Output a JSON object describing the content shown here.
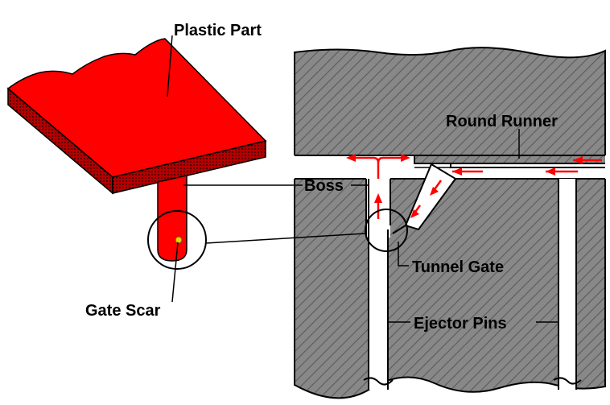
{
  "labels": {
    "plastic_part": "Plastic Part",
    "round_runner": "Round Runner",
    "boss": "Boss",
    "tunnel_gate": "Tunnel Gate",
    "gate_scar": "Gate Scar",
    "ejector_pins": "Ejector Pins"
  },
  "colors": {
    "part_red": "#ff0000",
    "part_shade": "#b40000",
    "mold_gray": "#888888",
    "hatch": "#606060",
    "channel": "#ffffff",
    "flow_arrow": "#ff0000",
    "gate_scar": "#e8d000",
    "line": "#000000"
  },
  "icons": {
    "flow": "red-flow-arrow",
    "magnifier": "detail-circle"
  }
}
